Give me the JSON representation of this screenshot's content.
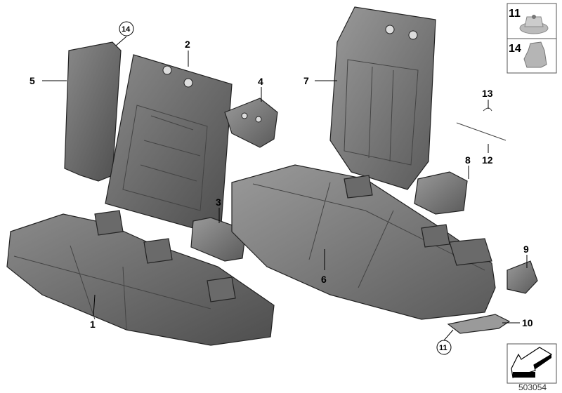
{
  "diagram_id": "503054",
  "callouts": {
    "p1": "1",
    "p2": "2",
    "p3": "3",
    "p4": "4",
    "p5": "5",
    "p6": "6",
    "p7": "7",
    "p8": "8",
    "p9": "9",
    "p10": "10",
    "p11": "11",
    "p12": "12",
    "p13": "13",
    "p14": "14"
  },
  "legend": {
    "items": [
      {
        "number": "11",
        "icon": "flange-nut"
      },
      {
        "number": "14",
        "icon": "clip"
      }
    ]
  },
  "colors": {
    "part_fill": "#6e6e6e",
    "part_dark": "#4a4a4a",
    "part_light": "#9a9a9a",
    "hardware": "#b8b8b8"
  }
}
